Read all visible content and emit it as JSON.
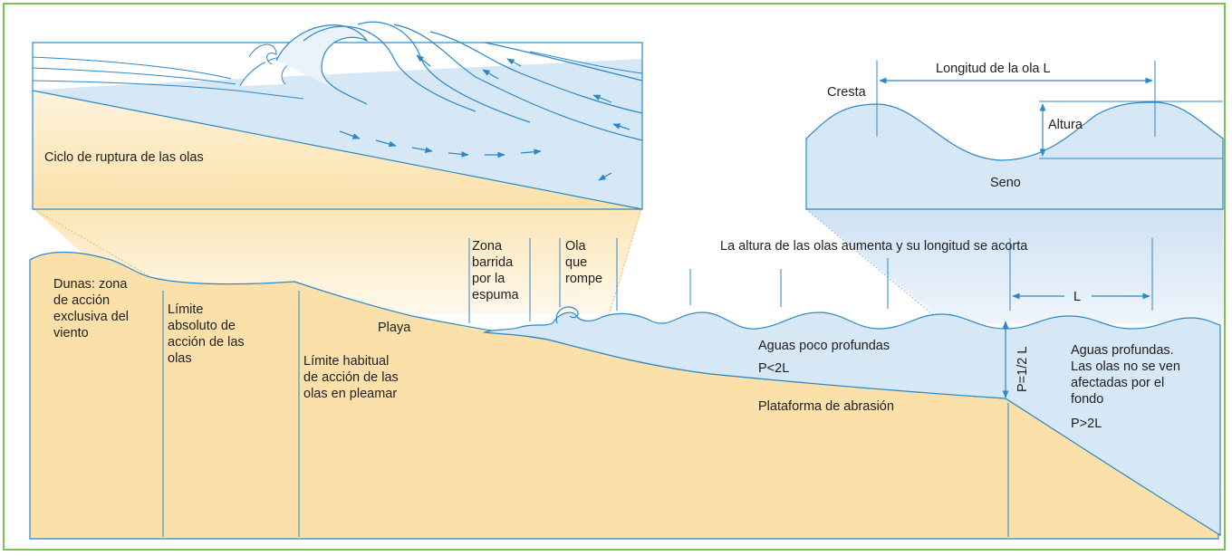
{
  "colors": {
    "border": "#7dc05a",
    "sand": "#fbe1a9",
    "water": "#d6e7f6",
    "line": "#2a88c8",
    "text": "#1e1e1e"
  },
  "inset_breaking": {
    "caption": "Ciclo de ruptura de las olas"
  },
  "inset_wave": {
    "wavelength_label": "Longitud de la ola L",
    "crest_label": "Cresta",
    "height_label": "Altura",
    "trough_label": "Seno"
  },
  "main": {
    "trend_text": "La altura de las olas aumenta y su longitud se acorta",
    "dunes": [
      "Dunas: zona",
      "de acción",
      "exclusiva del",
      "viento"
    ],
    "absolute_limit": [
      "Límite",
      "absoluto de",
      "acción de las",
      "olas"
    ],
    "usual_limit": [
      "Límite habitual",
      "de acción de las",
      "olas en pleamar"
    ],
    "beach": "Playa",
    "swash_zone": [
      "Zona",
      "barrida",
      "por la",
      "espuma"
    ],
    "breaking_wave": [
      "Ola",
      "que",
      "rompe"
    ],
    "shallow_water": "Aguas poco profundas",
    "shallow_condition": "P<2L",
    "abrasion_platform": "Plataforma de abrasión",
    "depth_marker": "P=1/2 L",
    "wavelength_marker": "L",
    "deep_water": [
      "Aguas profundas.",
      "Las olas no se ven",
      "afectadas por el",
      "fondo"
    ],
    "deep_condition": "P>2L"
  }
}
